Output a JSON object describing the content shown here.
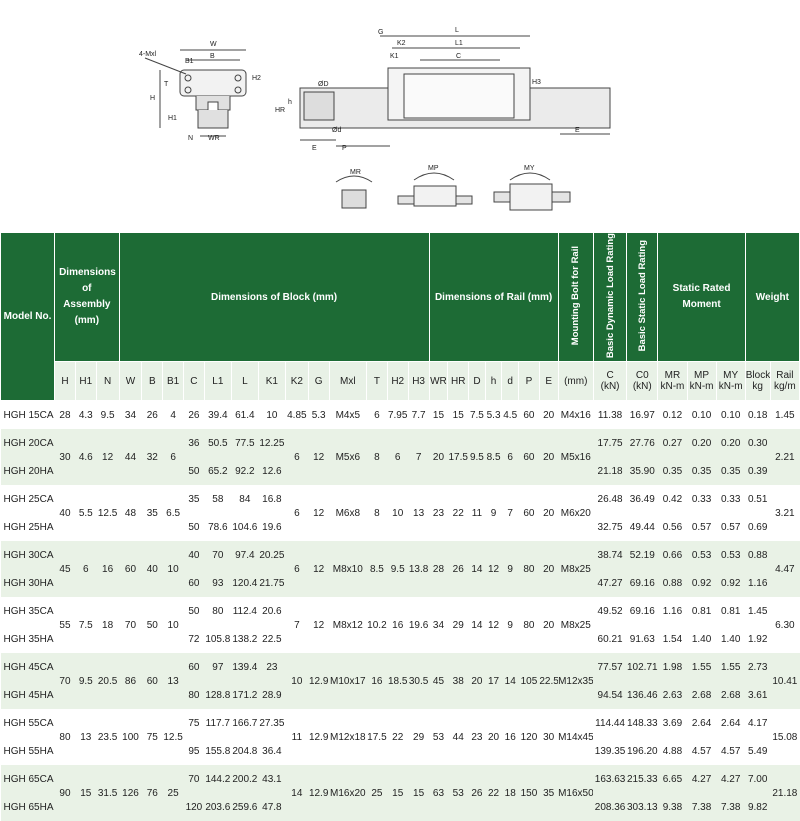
{
  "drawing": {
    "labels": {
      "mxl": "4-Mxl",
      "w": "W",
      "b": "B",
      "b1": "B1",
      "t": "T",
      "h": "H",
      "h1": "H1",
      "h2": "H2",
      "n": "N",
      "wr": "WR",
      "g": "G",
      "l": "L",
      "l1": "L1",
      "k1": "K1",
      "k2": "K2",
      "c": "C",
      "hr": "HR",
      "hh": "h",
      "od": "ØD",
      "ophi": "Ød",
      "e": "E",
      "p": "P",
      "h3": "H3",
      "mr": "MR",
      "mp": "MP",
      "my": "MY"
    }
  },
  "table": {
    "head": {
      "model": "Model No.",
      "assembly": "Dimensions of Assembly (mm)",
      "block": "Dimensions of Block (mm)",
      "rail": "Dimensions of Rail (mm)",
      "bolt": "Mounting Bolt for Rail",
      "dynamic": "Basic Dynamic Load Rating",
      "static": "Basic Static Load Rating",
      "moment": "Static Rated Moment",
      "weight": "Weight"
    },
    "sub": {
      "H": "H",
      "H1": "H1",
      "N": "N",
      "W": "W",
      "B": "B",
      "B1": "B1",
      "C": "C",
      "L1": "L1",
      "L": "L",
      "K1": "K1",
      "K2": "K2",
      "G": "G",
      "Mxl": "Mxl",
      "T": "T",
      "H2": "H2",
      "H3": "H3",
      "WR": "WR",
      "HR": "HR",
      "D": "D",
      "h": "h",
      "d": "d",
      "P": "P",
      "E": "E",
      "mm": "(mm)",
      "Cd": "C",
      "Cd_unit": "(kN)",
      "C0": "C0",
      "C0_unit": "(kN)",
      "MR": "MR",
      "MP": "MP",
      "MY": "MY",
      "knm": "kN-m",
      "block": "Block",
      "kg": "kg",
      "rail": "Rail",
      "kgm": "kg/m"
    },
    "groups": [
      {
        "models": [
          "HGH 15CA"
        ],
        "H": "28",
        "H1": "4.3",
        "N": "9.5",
        "W": "34",
        "B": "26",
        "B1": "4",
        "C": [
          "26"
        ],
        "L1": [
          "39.4"
        ],
        "L": [
          "61.4"
        ],
        "K1": [
          "10"
        ],
        "K2": "4.85",
        "G": "5.3",
        "Mxl": "M4x5",
        "T": "6",
        "H2": "7.95",
        "H3": "7.7",
        "WR": "15",
        "HR": "15",
        "D": "7.5",
        "h": "5.3",
        "d": "4.5",
        "P": "60",
        "E": "20",
        "bolt": "M4x16",
        "Cdyn": [
          "11.38"
        ],
        "C0": [
          "16.97"
        ],
        "MR": [
          "0.12"
        ],
        "MP": [
          "0.10"
        ],
        "MY": [
          "0.10"
        ],
        "block": [
          "0.18"
        ],
        "rail": "1.45"
      },
      {
        "models": [
          "HGH 20CA",
          "HGH 20HA"
        ],
        "H": "30",
        "H1": "4.6",
        "N": "12",
        "W": "44",
        "B": "32",
        "B1": "6",
        "C": [
          "36",
          "50"
        ],
        "L1": [
          "50.5",
          "65.2"
        ],
        "L": [
          "77.5",
          "92.2"
        ],
        "K1": [
          "12.25",
          "12.6"
        ],
        "K2": "6",
        "G": "12",
        "Mxl": "M5x6",
        "T": "8",
        "H2": "6",
        "H3": "7",
        "WR": "20",
        "HR": "17.5",
        "D": "9.5",
        "h": "8.5",
        "d": "6",
        "P": "60",
        "E": "20",
        "bolt": "M5x16",
        "Cdyn": [
          "17.75",
          "21.18"
        ],
        "C0": [
          "27.76",
          "35.90"
        ],
        "MR": [
          "0.27",
          "0.35"
        ],
        "MP": [
          "0.20",
          "0.35"
        ],
        "MY": [
          "0.20",
          "0.35"
        ],
        "block": [
          "0.30",
          "0.39"
        ],
        "rail": "2.21"
      },
      {
        "models": [
          "HGH 25CA",
          "HGH 25HA"
        ],
        "H": "40",
        "H1": "5.5",
        "N": "12.5",
        "W": "48",
        "B": "35",
        "B1": "6.5",
        "C": [
          "35",
          "50"
        ],
        "L1": [
          "58",
          "78.6"
        ],
        "L": [
          "84",
          "104.6"
        ],
        "K1": [
          "16.8",
          "19.6"
        ],
        "K2": "6",
        "G": "12",
        "Mxl": "M6x8",
        "T": "8",
        "H2": "10",
        "H3": "13",
        "WR": "23",
        "HR": "22",
        "D": "11",
        "h": "9",
        "d": "7",
        "P": "60",
        "E": "20",
        "bolt": "M6x20",
        "Cdyn": [
          "26.48",
          "32.75"
        ],
        "C0": [
          "36.49",
          "49.44"
        ],
        "MR": [
          "0.42",
          "0.56"
        ],
        "MP": [
          "0.33",
          "0.57"
        ],
        "MY": [
          "0.33",
          "0.57"
        ],
        "block": [
          "0.51",
          "0.69"
        ],
        "rail": "3.21"
      },
      {
        "models": [
          "HGH 30CA",
          "HGH 30HA"
        ],
        "H": "45",
        "H1": "6",
        "N": "16",
        "W": "60",
        "B": "40",
        "B1": "10",
        "C": [
          "40",
          "60"
        ],
        "L1": [
          "70",
          "93"
        ],
        "L": [
          "97.4",
          "120.4"
        ],
        "K1": [
          "20.25",
          "21.75"
        ],
        "K2": "6",
        "G": "12",
        "Mxl": "M8x10",
        "T": "8.5",
        "H2": "9.5",
        "H3": "13.8",
        "WR": "28",
        "HR": "26",
        "D": "14",
        "h": "12",
        "d": "9",
        "P": "80",
        "E": "20",
        "bolt": "M8x25",
        "Cdyn": [
          "38.74",
          "47.27"
        ],
        "C0": [
          "52.19",
          "69.16"
        ],
        "MR": [
          "0.66",
          "0.88"
        ],
        "MP": [
          "0.53",
          "0.92"
        ],
        "MY": [
          "0.53",
          "0.92"
        ],
        "block": [
          "0.88",
          "1.16"
        ],
        "rail": "4.47"
      },
      {
        "models": [
          "HGH 35CA",
          "HGH 35HA"
        ],
        "H": "55",
        "H1": "7.5",
        "N": "18",
        "W": "70",
        "B": "50",
        "B1": "10",
        "C": [
          "50",
          "72"
        ],
        "L1": [
          "80",
          "105.8"
        ],
        "L": [
          "112.4",
          "138.2"
        ],
        "K1": [
          "20.6",
          "22.5"
        ],
        "K2": "7",
        "G": "12",
        "Mxl": "M8x12",
        "T": "10.2",
        "H2": "16",
        "H3": "19.6",
        "WR": "34",
        "HR": "29",
        "D": "14",
        "h": "12",
        "d": "9",
        "P": "80",
        "E": "20",
        "bolt": "M8x25",
        "Cdyn": [
          "49.52",
          "60.21"
        ],
        "C0": [
          "69.16",
          "91.63"
        ],
        "MR": [
          "1.16",
          "1.54"
        ],
        "MP": [
          "0.81",
          "1.40"
        ],
        "MY": [
          "0.81",
          "1.40"
        ],
        "block": [
          "1.45",
          "1.92"
        ],
        "rail": "6.30"
      },
      {
        "models": [
          "HGH 45CA",
          "HGH 45HA"
        ],
        "H": "70",
        "H1": "9.5",
        "N": "20.5",
        "W": "86",
        "B": "60",
        "B1": "13",
        "C": [
          "60",
          "80"
        ],
        "L1": [
          "97",
          "128.8"
        ],
        "L": [
          "139.4",
          "171.2"
        ],
        "K1": [
          "23",
          "28.9"
        ],
        "K2": "10",
        "G": "12.9",
        "Mxl": "M10x17",
        "T": "16",
        "H2": "18.5",
        "H3": "30.5",
        "WR": "45",
        "HR": "38",
        "D": "20",
        "h": "17",
        "d": "14",
        "P": "105",
        "E": "22.5",
        "bolt": "M12x35",
        "Cdyn": [
          "77.57",
          "94.54"
        ],
        "C0": [
          "102.71",
          "136.46"
        ],
        "MR": [
          "1.98",
          "2.63"
        ],
        "MP": [
          "1.55",
          "2.68"
        ],
        "MY": [
          "1.55",
          "2.68"
        ],
        "block": [
          "2.73",
          "3.61"
        ],
        "rail": "10.41"
      },
      {
        "models": [
          "HGH 55CA",
          "HGH 55HA"
        ],
        "H": "80",
        "H1": "13",
        "N": "23.5",
        "W": "100",
        "B": "75",
        "B1": "12.5",
        "C": [
          "75",
          "95"
        ],
        "L1": [
          "117.7",
          "155.8"
        ],
        "L": [
          "166.7",
          "204.8"
        ],
        "K1": [
          "27.35",
          "36.4"
        ],
        "K2": "11",
        "G": "12.9",
        "Mxl": "M12x18",
        "T": "17.5",
        "H2": "22",
        "H3": "29",
        "WR": "53",
        "HR": "44",
        "D": "23",
        "h": "20",
        "d": "16",
        "P": "120",
        "E": "30",
        "bolt": "M14x45",
        "Cdyn": [
          "114.44",
          "139.35"
        ],
        "C0": [
          "148.33",
          "196.20"
        ],
        "MR": [
          "3.69",
          "4.88"
        ],
        "MP": [
          "2.64",
          "4.57"
        ],
        "MY": [
          "2.64",
          "4.57"
        ],
        "block": [
          "4.17",
          "5.49"
        ],
        "rail": "15.08"
      },
      {
        "models": [
          "HGH 65CA",
          "HGH 65HA"
        ],
        "H": "90",
        "H1": "15",
        "N": "31.5",
        "W": "126",
        "B": "76",
        "B1": "25",
        "C": [
          "70",
          "120"
        ],
        "L1": [
          "144.2",
          "203.6"
        ],
        "L": [
          "200.2",
          "259.6"
        ],
        "K1": [
          "43.1",
          "47.8"
        ],
        "K2": "14",
        "G": "12.9",
        "Mxl": "M16x20",
        "T": "25",
        "H2": "15",
        "H3": "15",
        "WR": "63",
        "HR": "53",
        "D": "26",
        "h": "22",
        "d": "18",
        "P": "150",
        "E": "35",
        "bolt": "M16x50",
        "Cdyn": [
          "163.63",
          "208.36"
        ],
        "C0": [
          "215.33",
          "303.13"
        ],
        "MR": [
          "6.65",
          "9.38"
        ],
        "MP": [
          "4.27",
          "7.38"
        ],
        "MY": [
          "4.27",
          "7.38"
        ],
        "block": [
          "7.00",
          "9.82"
        ],
        "rail": "21.18"
      }
    ]
  }
}
